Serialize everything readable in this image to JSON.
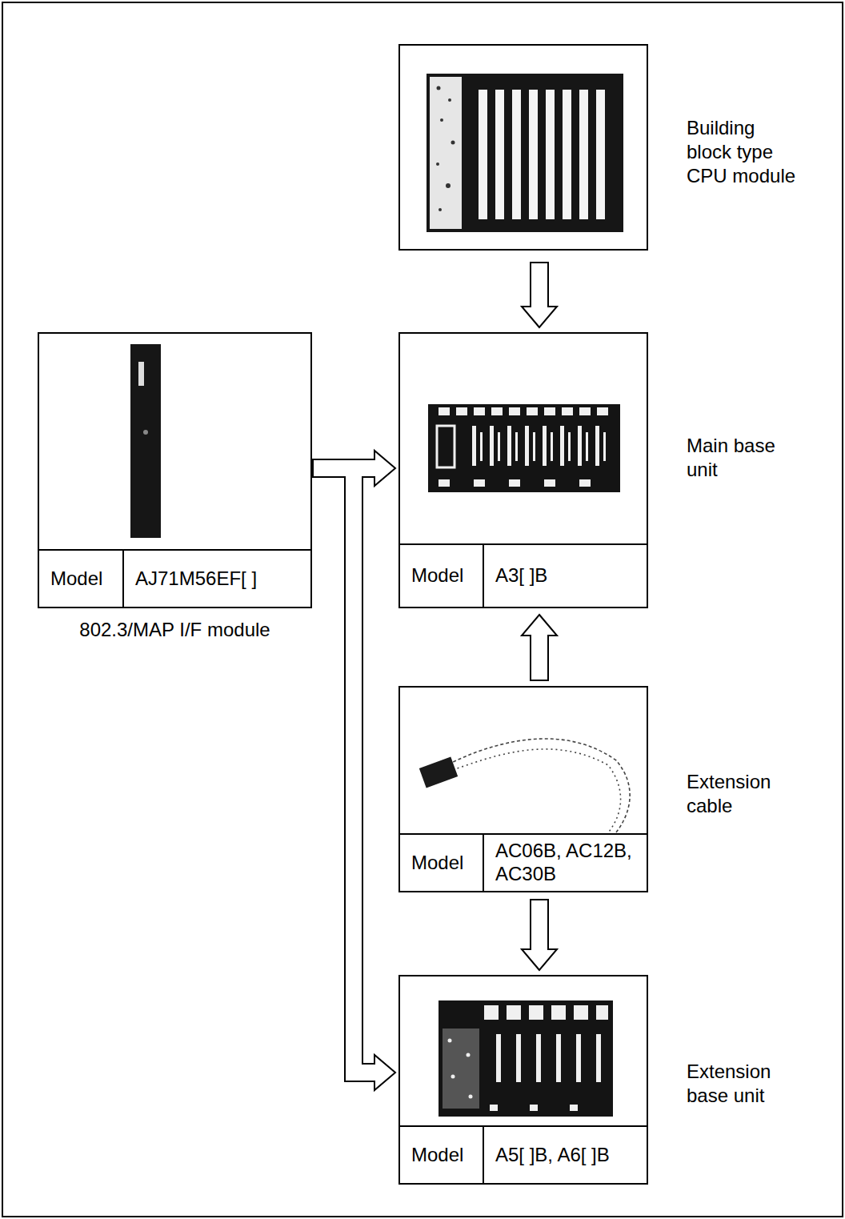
{
  "diagram": {
    "nodes": [
      {
        "text": [
          "Building block type CPU module"
        ]
      },
      {
        "text": [
          "Model",
          "AJ71M56EF[ ]",
          "802.3/MAP I/F module"
        ]
      },
      {
        "text": [
          "Model",
          "A3[ ]B",
          "Main base unit"
        ]
      },
      {
        "text": [
          "Model",
          "AC06B, AC12B, AC30B",
          "Extension cable"
        ]
      },
      {
        "text": [
          "Model",
          "A5[ ]B, A6[ ]B",
          "Extension base unit"
        ]
      }
    ],
    "edges": [
      {
        "from": 0,
        "to": 2,
        "arrow": "to"
      },
      {
        "from": 1,
        "to": 2,
        "arrow": "to"
      },
      {
        "from": 1,
        "to": 4,
        "arrow": "to"
      },
      {
        "from": 3,
        "to": 2,
        "arrow": "to"
      },
      {
        "from": 3,
        "to": 4,
        "arrow": "to"
      }
    ]
  }
}
